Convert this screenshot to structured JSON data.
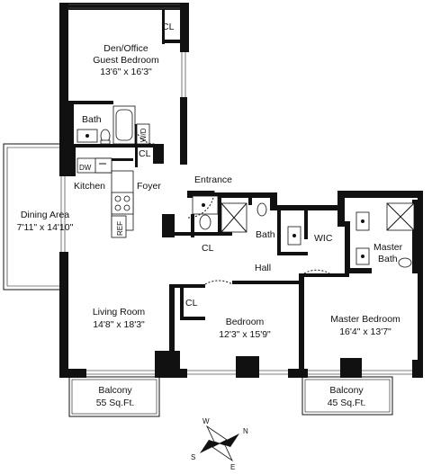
{
  "rooms": {
    "den": {
      "name_1": "Den/Office",
      "name_2": "Guest Bedroom",
      "size": "13'6\" x 16'3\""
    },
    "den_closet": "CL",
    "bath_1": "Bath",
    "washer_dryer": "W/D",
    "kitchen_closet": "CL",
    "dishwasher": "DW",
    "kitchen": "Kitchen",
    "refrigerator": "REF",
    "foyer": "Foyer",
    "entrance": "Entrance",
    "dining": {
      "name": "Dining Area",
      "size": "7'11\" x 14'10\""
    },
    "hall_closet": "CL",
    "bath_2": "Bath",
    "hall": "Hall",
    "wic": "WIC",
    "master_bath": {
      "name_1": "Master",
      "name_2": "Bath"
    },
    "living": {
      "name": "Living Room",
      "size": "14'8\" x 18'3\""
    },
    "bedroom_closet": "CL",
    "bedroom": {
      "name": "Bedroom",
      "size": "12'3\" x 15'9\""
    },
    "master_bedroom": {
      "name": "Master Bedroom",
      "size": "16'4\" x 13'7\""
    },
    "balcony_1": {
      "name": "Balcony",
      "size": "55 Sq.Ft."
    },
    "balcony_2": {
      "name": "Balcony",
      "size": "45 Sq.Ft."
    }
  },
  "compass": {
    "n": "N",
    "s": "S",
    "e": "E",
    "w": "W"
  }
}
